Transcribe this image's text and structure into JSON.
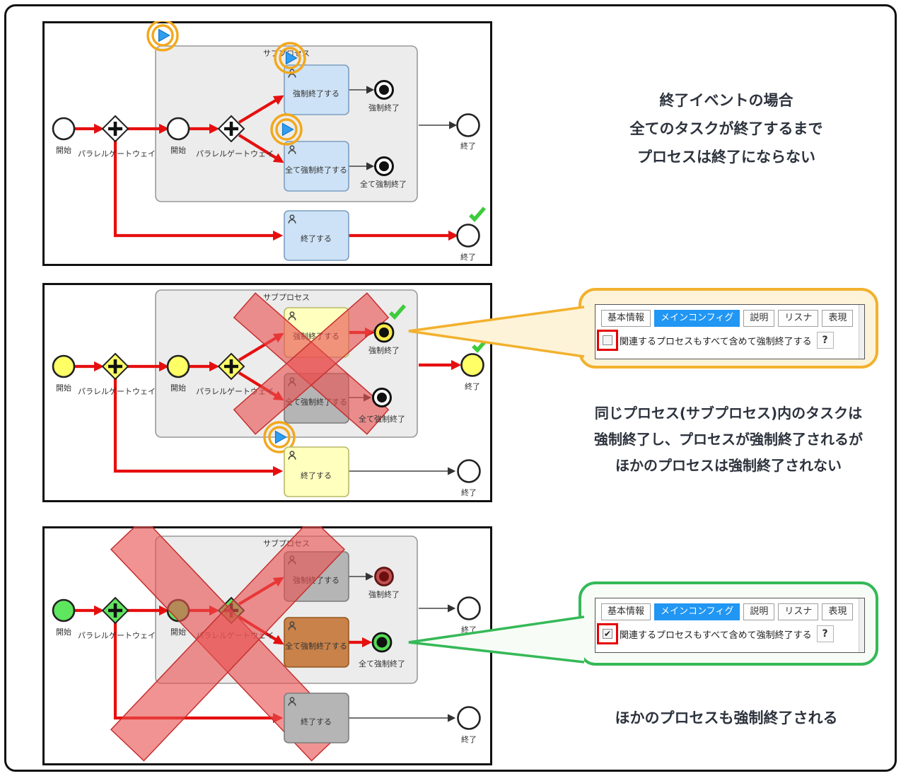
{
  "colors": {
    "accent-red": "#e60f0f",
    "token-orange": "#f2a81c",
    "token-blue": "#2f9df0",
    "check-green": "#3ecb3d",
    "callout-yellow": "#f2b12e",
    "callout-yellow-bg": "#fdf3d8",
    "callout-green": "#35b957",
    "callout-green-bg": "#f7fcf7",
    "tab-selected-blue": "#2196f3",
    "highlight-red": "#e60000",
    "node-yellow": "#ffff66",
    "node-green": "#5fe65f",
    "task-blue": "#cde2f6",
    "task-yellow": "#ffffbe",
    "task-gray": "#b5b5b5",
    "x-red-fill": "rgba(233,80,80,0.62)",
    "x-red-stroke": "#c53030"
  },
  "notes": {
    "note1": [
      "終了イベントの場合",
      "全てのタスクが終了するまで",
      "プロセスは終了にならない"
    ],
    "note2": [
      "同じプロセス(サブプロセス)内のタスクは",
      "強制終了し、プロセスが強制終了されるが",
      "ほかのプロセスは強制終了されない"
    ],
    "note3": "ほかのプロセスも強制終了される"
  },
  "bpmn": {
    "start": "開始",
    "gateway": "パラレルゲートウェイ",
    "subprocess": "サブプロセス",
    "task_force": "強制終了する",
    "task_force_all": "全て強制終了する",
    "task_finish": "終了する",
    "end_force": "強制終了",
    "end_force_all": "全て強制終了",
    "end": "終了"
  },
  "config_panel": {
    "tabs": [
      "基本情報",
      "メインコンフィグ",
      "説明",
      "リスナ",
      "表現"
    ],
    "selected_tab": "メインコンフィグ",
    "checkbox_label": "関連するプロセスもすべて含めて強制終了する",
    "help_button": "?",
    "check_glyph": "✔",
    "top_checkbox_checked": false,
    "bottom_checkbox_checked": true
  }
}
